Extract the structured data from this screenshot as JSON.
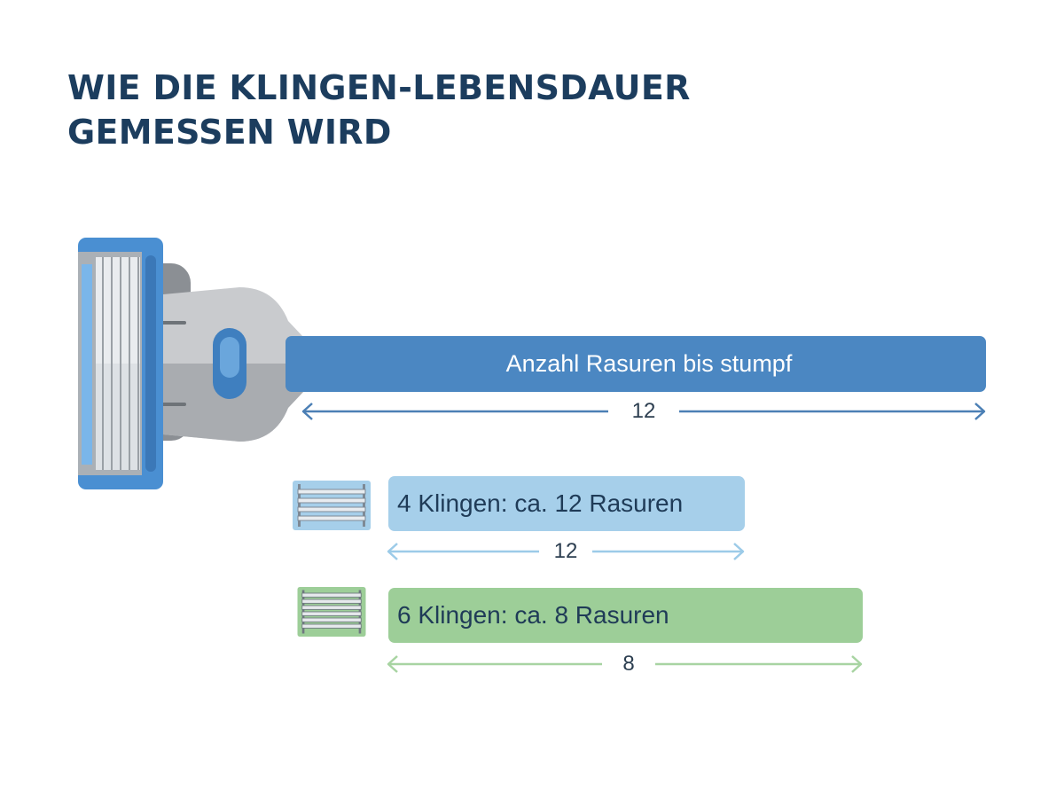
{
  "title": {
    "line1": "WIE DIE KLINGEN-LEBENSDAUER",
    "line2": "GEMESSEN WIRD"
  },
  "main_bar": {
    "label": "Anzahl Rasuren bis stumpf",
    "value": "12",
    "color": "#4b87c2"
  },
  "comparisons": [
    {
      "label": "4 Klingen: ca. 12 Rasuren",
      "value": "12",
      "bar_color": "#a6cfea",
      "arrow_color": "#9ccbe8",
      "icon": "four-blade-cartridge-icon"
    },
    {
      "label": "6 Klingen: ca. 8 Rasuren",
      "value": "8",
      "bar_color": "#9dce98",
      "arrow_color": "#a8d4a2",
      "icon": "six-blade-cartridge-icon"
    }
  ],
  "colors": {
    "title": "#1c3d5e",
    "razor_blue": "#4a8fd2",
    "razor_gray": "#9ea2a6"
  }
}
